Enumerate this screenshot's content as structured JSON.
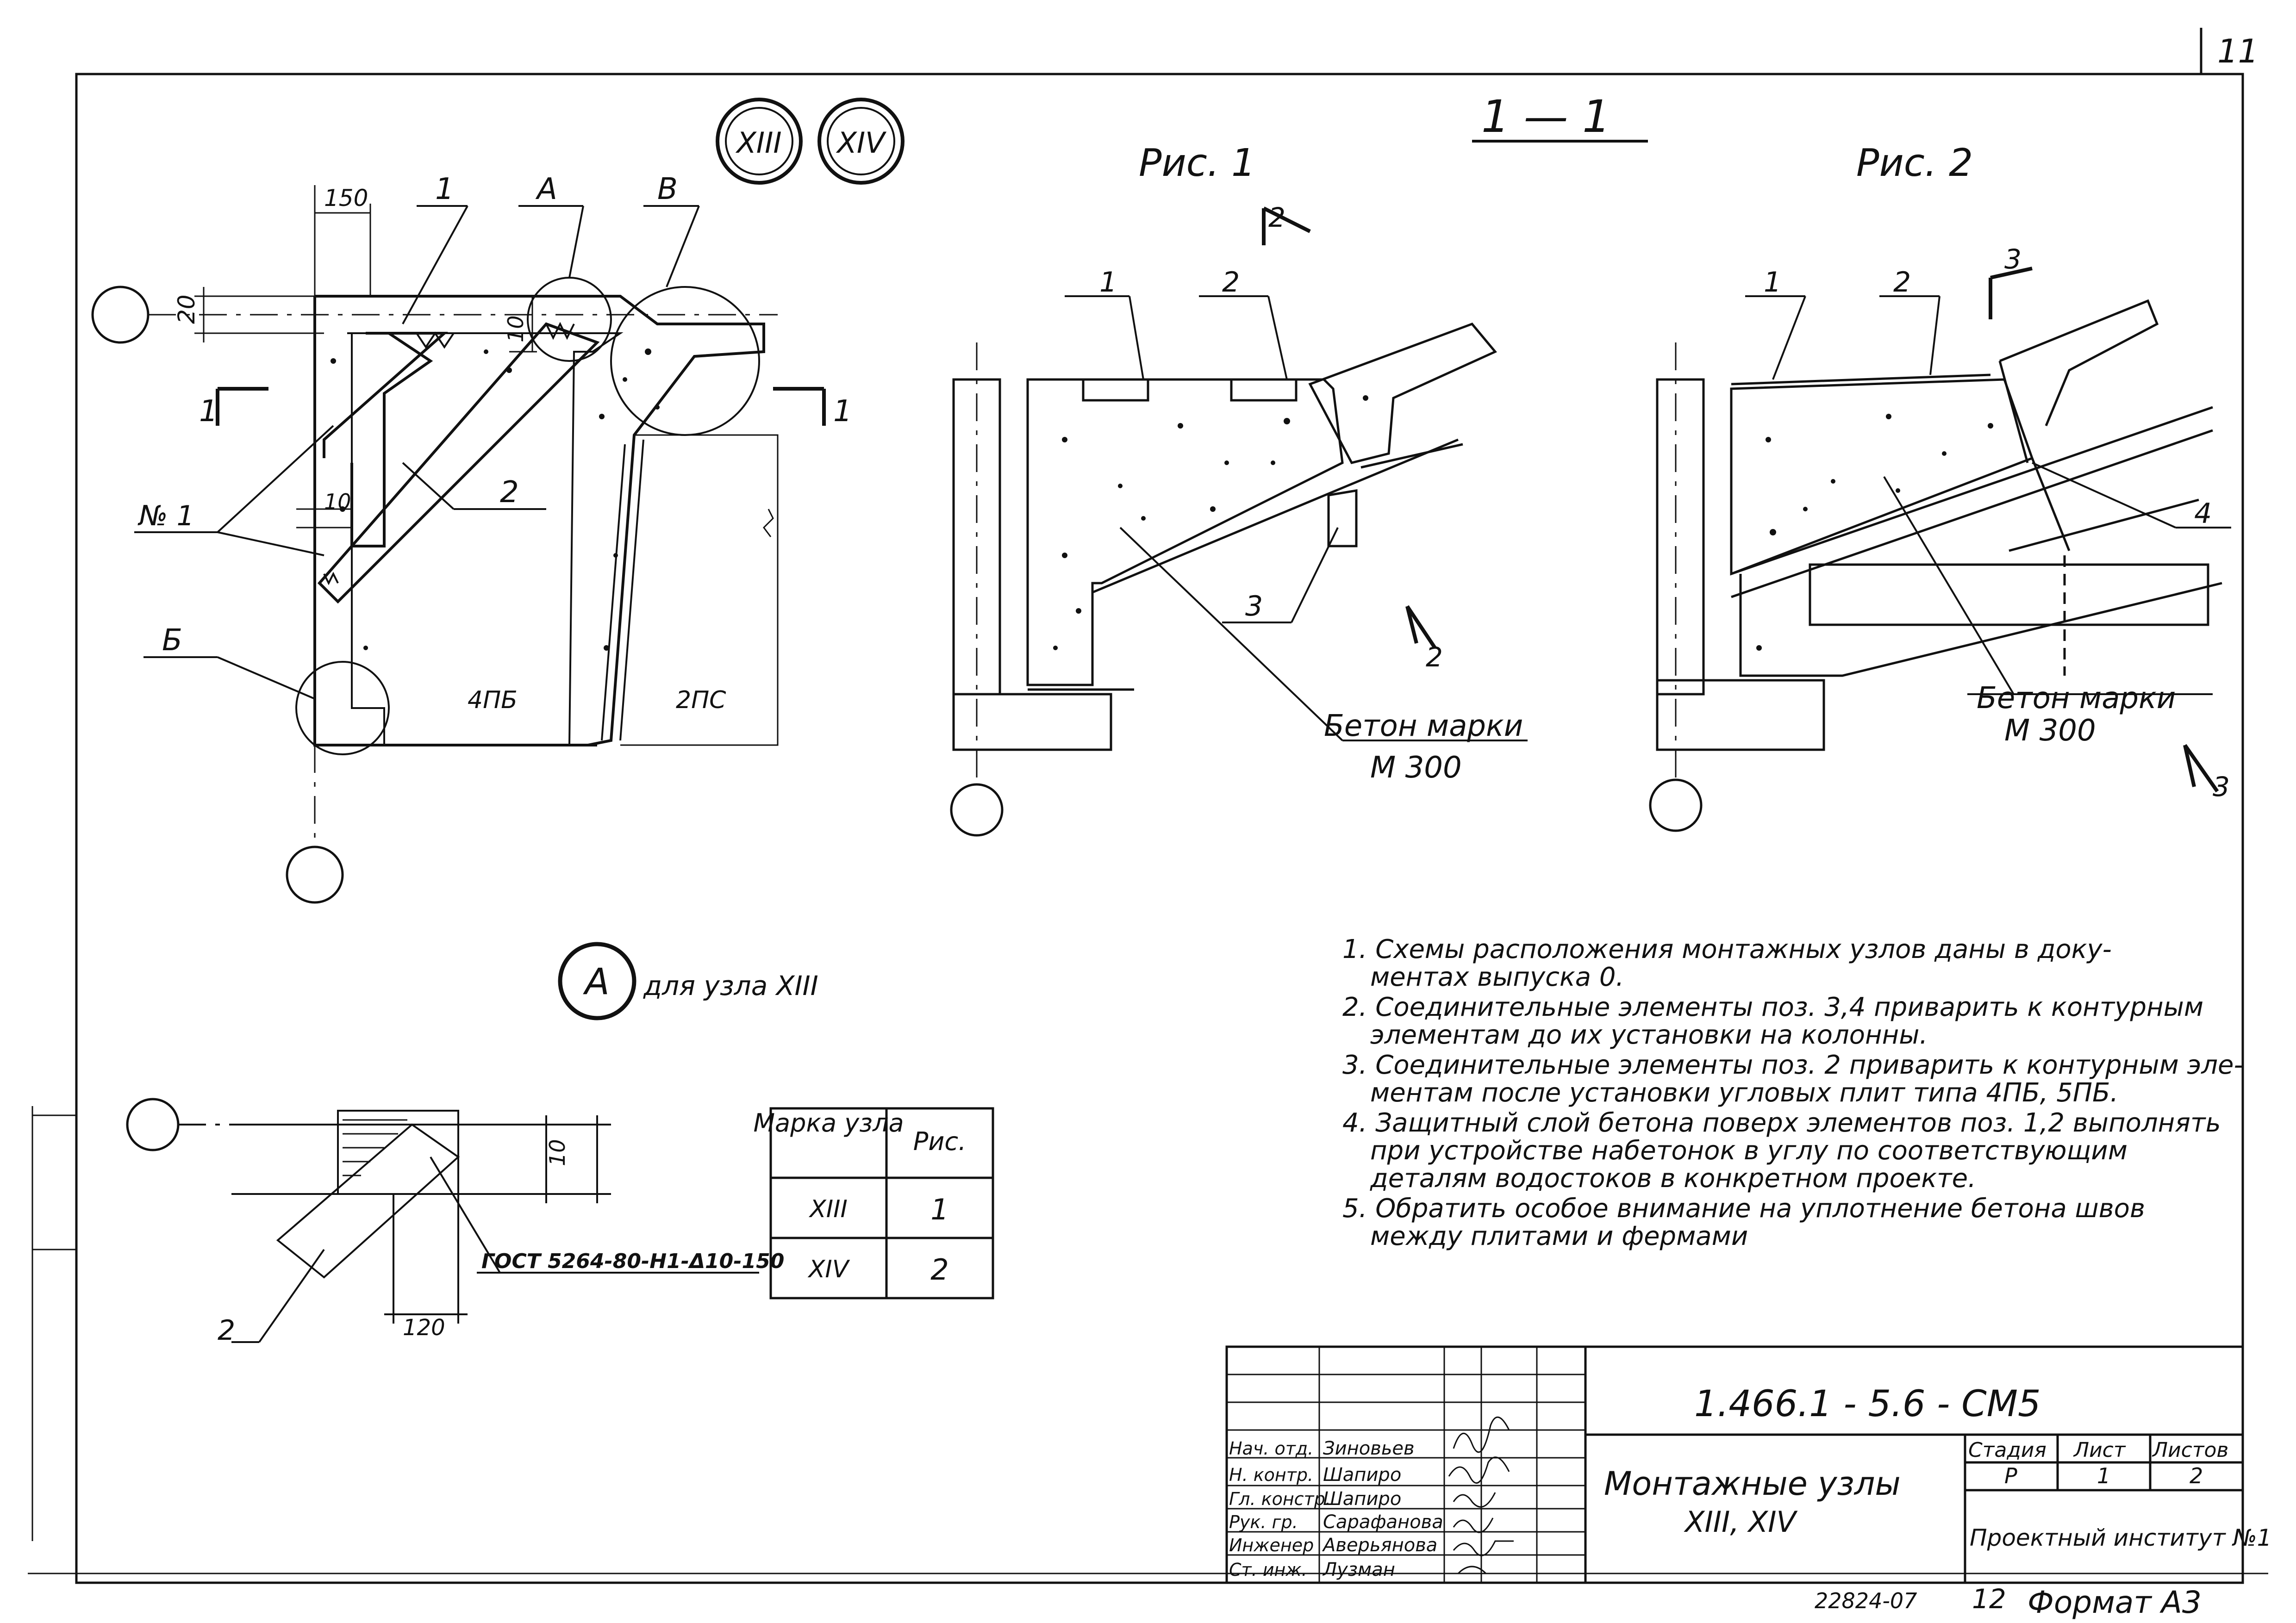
{
  "sheet": {
    "page_number": "11",
    "section_mark": "1 — 1",
    "node_marks": [
      "XIII",
      "XIV"
    ],
    "leader_labels": [
      "1",
      "A",
      "B",
      "150",
      "20",
      "10",
      "10",
      "№ 1",
      "2",
      "Б",
      "4ПБ",
      "2ПС",
      "1",
      "1"
    ],
    "designation": "1.466.1 - 5.6 - СМ5",
    "inventory_number": "22824-07",
    "copy_number": "12",
    "format": "Формат А3"
  },
  "figures": {
    "fig1": {
      "title": "Рис. 1",
      "labels": [
        "1",
        "2",
        "3",
        "2",
        "2"
      ],
      "concrete_line1": "Бетон марки",
      "concrete_line2": "М 300"
    },
    "fig2": {
      "title": "Рис. 2",
      "labels": [
        "1",
        "2",
        "3",
        "4",
        "3"
      ],
      "concrete_line1": "Бетон марки",
      "concrete_line2": "М 300"
    }
  },
  "detail_a": {
    "mark": "А",
    "caption": "для узла XIII",
    "dim_10": "10",
    "dim_120": "120",
    "label_2": "2",
    "standard": "ГОСТ 5264-80-Н1-Δ10-150"
  },
  "table": {
    "headers": [
      "Марка узла",
      "Рис."
    ],
    "rows": [
      [
        "XIII",
        "1"
      ],
      [
        "XIV",
        "2"
      ]
    ]
  },
  "notes": [
    "1. Схемы расположения монтажных узлов даны в доку-",
    "ментах выпуска 0.",
    "2. Соединительные элементы поз. 3,4 приварить к контурным",
    "элементам до их установки на колонны.",
    "3. Соединительные элементы поз. 2 приварить к контурным эле-",
    "ментам после установки угловых плит типа 4ПБ, 5ПБ.",
    "4. Защитный слой бетона поверх элементов поз. 1,2 выполнять",
    "при устройстве набетонок в углу по соответствующим",
    "деталям водостоков в конкретном проекте.",
    "5. Обратить особое внимание на уплотнение бетона швов",
    "между плитами и фермами"
  ],
  "title_block": {
    "roles": [
      "Нач. отд.",
      "Н. контр.",
      "Гл. констр.",
      "Рук. гр.",
      "Инженер",
      "Ст. инж."
    ],
    "names": [
      "Зиновьев",
      "Шапиро",
      "Шапиро",
      "Сарафанова",
      "Аверьянова",
      "Лузман"
    ],
    "title_line1": "Монтажные узлы",
    "title_line2": "XIII, XIV",
    "stage_header": "Стадия",
    "sheet_header": "Лист",
    "sheets_header": "Листов",
    "stage_value": "Р",
    "sheet_value": "1",
    "sheets_value": "2",
    "organization": "Проектный институт №1"
  }
}
